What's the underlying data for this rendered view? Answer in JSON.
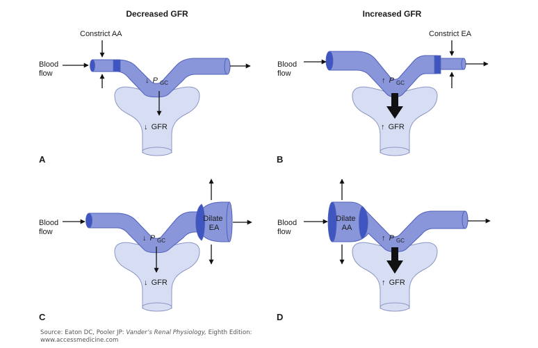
{
  "headers": {
    "left": "Decreased GFR",
    "right": "Increased GFR"
  },
  "colors": {
    "vessel_fill": "#8a96da",
    "vessel_stroke": "#4f5fba",
    "vessel_end": "#3f55c0",
    "capsule_fill": "#d7ddf2",
    "capsule_stroke": "#8c96c4",
    "arrow": "#111111"
  },
  "panels": {
    "A": {
      "letter": "A",
      "action_label": "Constrict AA",
      "blood_flow_line1": "Blood",
      "blood_flow_line2": "flow",
      "pressure_arrow": "↓",
      "pressure_p": "P",
      "pressure_sub": "GC",
      "gfr_arrow": "↓",
      "gfr_text": "GFR"
    },
    "B": {
      "letter": "B",
      "action_label": "Constrict EA",
      "blood_flow_line1": "Blood",
      "blood_flow_line2": "flow",
      "pressure_arrow": "↑",
      "pressure_p": "P",
      "pressure_sub": "GC",
      "gfr_arrow": "↑",
      "gfr_text": "GFR"
    },
    "C": {
      "letter": "C",
      "dilate_line1": "Dilate",
      "dilate_line2": "EA",
      "blood_flow_line1": "Blood",
      "blood_flow_line2": "flow",
      "pressure_arrow": "↓",
      "pressure_p": "P",
      "pressure_sub": "GC",
      "gfr_arrow": "↓",
      "gfr_text": "GFR"
    },
    "D": {
      "letter": "D",
      "dilate_line1": "Dilate",
      "dilate_line2": "AA",
      "blood_flow_line1": "Blood",
      "blood_flow_line2": "flow",
      "pressure_arrow": "↑",
      "pressure_p": "P",
      "pressure_sub": "GC",
      "gfr_arrow": "↑",
      "gfr_text": "GFR"
    }
  },
  "source": {
    "prefix": "Source: Eaton DC, Pooler JP: ",
    "book": "Vander’s Renal Physiology,",
    "suffix": " Eighth Edition:",
    "url": "www.accessmedicine.com"
  }
}
